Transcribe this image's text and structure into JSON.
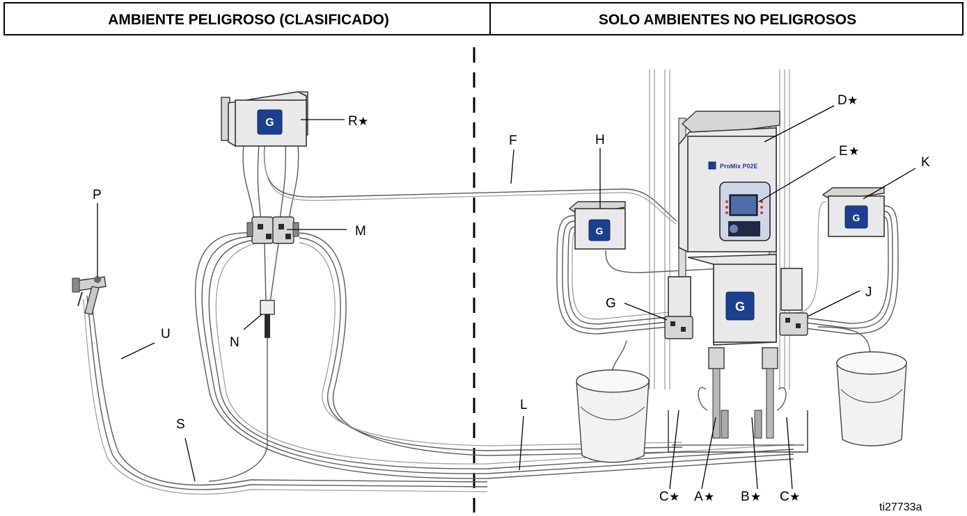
{
  "header": {
    "left_title": "AMBIENTE PELIGROSO (CLASIFICADO)",
    "right_title": "SOLO AMBIENTES NO PELIGROSOS"
  },
  "labels": {
    "R": "R",
    "P": "P",
    "M": "M",
    "N": "N",
    "U": "U",
    "S": "S",
    "F": "F",
    "H": "H",
    "D": "D",
    "E": "E",
    "K": "K",
    "G": "G",
    "J": "J",
    "L": "L",
    "C1": "C",
    "A": "A",
    "B": "B",
    "C2": "C"
  },
  "star_glyph": "★",
  "figure_id": "ti27733a",
  "device_text": "ProMix P02E",
  "logo_glyph": "G",
  "colors": {
    "logo_blue": "#1d3f8f",
    "line": "#000000",
    "hose": "#5a5a5a"
  }
}
